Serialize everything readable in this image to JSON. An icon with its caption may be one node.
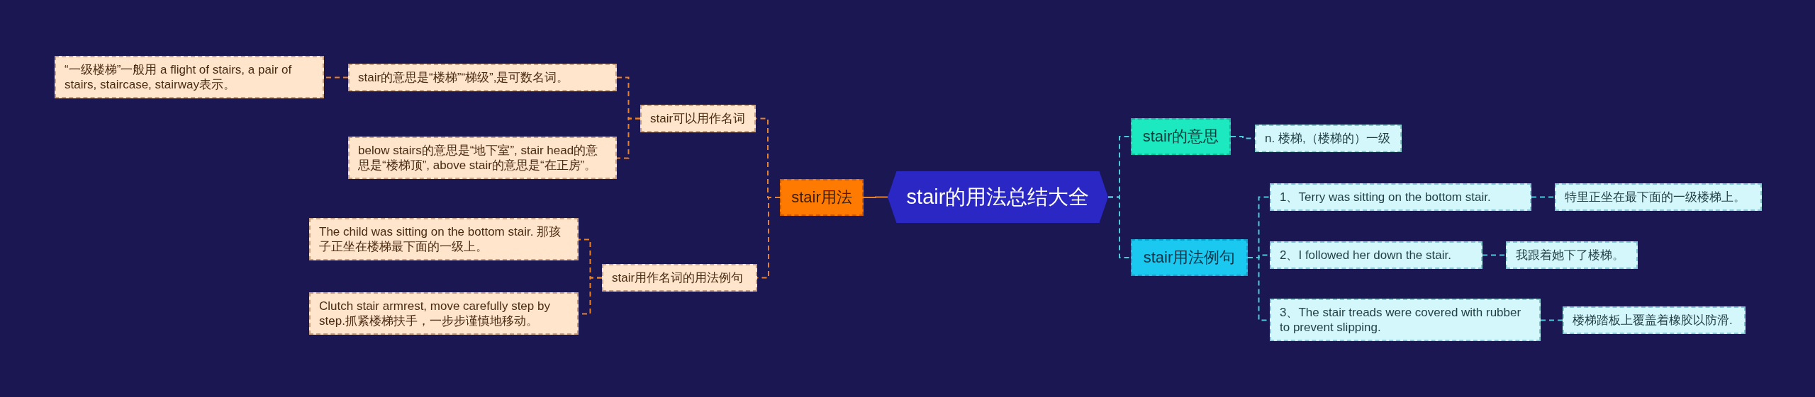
{
  "diagram": {
    "nodes": [
      {
        "text": [
          "stair的用法总结大全"
        ]
      },
      {
        "text": [
          "stair用法"
        ]
      },
      {
        "text": [
          "stair可以用作名词"
        ]
      },
      {
        "text": [
          "stair的意思是“楼梯”“梯级”,是可数名词。"
        ]
      },
      {
        "text": [
          "“一级楼梯”一般用 a flight of stairs, a pair of stairs, staircase, stairway表示。"
        ]
      },
      {
        "text": [
          "below stairs的意思是“地下室”, stair head的意思是“楼梯顶”, above stair的意思是“在正房”。"
        ]
      },
      {
        "text": [
          "stair用作名词的用法例句"
        ]
      },
      {
        "text": [
          "The child was sitting on the bottom stair. 那孩子正坐在楼梯最下面的一级上。"
        ]
      },
      {
        "text": [
          "Clutch stair armrest, move carefully step by step.抓紧楼梯扶手，一步步谨慎地移动。"
        ]
      },
      {
        "text": [
          "stair的意思"
        ]
      },
      {
        "text": [
          "n. 楼梯,（楼梯的）一级"
        ]
      },
      {
        "text": [
          "stair用法例句"
        ]
      },
      {
        "text": [
          "1、Terry was sitting on the bottom stair."
        ]
      },
      {
        "text": [
          "特里正坐在最下面的一级楼梯上。"
        ]
      },
      {
        "text": [
          "2、I followed her down the stair."
        ]
      },
      {
        "text": [
          "我跟着她下了楼梯。"
        ]
      },
      {
        "text": [
          "3、The stair treads were covered with rubber to prevent slipping."
        ]
      },
      {
        "text": [
          "楼梯踏板上覆盖着橡胶以防滑."
        ]
      }
    ],
    "edges": [
      {
        "from": 0,
        "to": 1,
        "arrow": "none",
        "color": "#e8822a"
      },
      {
        "from": 1,
        "to": 2,
        "arrow": "none",
        "style": "dashed",
        "color": "#e8822a"
      },
      {
        "from": 2,
        "to": 3,
        "arrow": "none",
        "style": "dashed",
        "color": "#e8822a"
      },
      {
        "from": 3,
        "to": 4,
        "arrow": "none",
        "style": "dashed",
        "color": "#e8822a"
      },
      {
        "from": 2,
        "to": 5,
        "arrow": "none",
        "style": "dashed",
        "color": "#e8822a"
      },
      {
        "from": 1,
        "to": 6,
        "arrow": "none",
        "style": "dashed",
        "color": "#e8822a"
      },
      {
        "from": 6,
        "to": 7,
        "arrow": "none",
        "style": "dashed",
        "color": "#e8822a"
      },
      {
        "from": 6,
        "to": 8,
        "arrow": "none",
        "style": "dashed",
        "color": "#e8822a"
      },
      {
        "from": 0,
        "to": 9,
        "arrow": "none",
        "style": "dashed"
      },
      {
        "from": 9,
        "to": 10,
        "arrow": "none",
        "style": "dashed"
      },
      {
        "from": 0,
        "to": 11,
        "arrow": "none",
        "style": "dashed"
      },
      {
        "from": 11,
        "to": 12,
        "arrow": "none",
        "style": "dashed"
      },
      {
        "from": 12,
        "to": 13,
        "arrow": "none",
        "style": "dashed"
      },
      {
        "from": 11,
        "to": 14,
        "arrow": "none",
        "style": "dashed"
      },
      {
        "from": 14,
        "to": 15,
        "arrow": "none",
        "style": "dashed"
      },
      {
        "from": 11,
        "to": 16,
        "arrow": "none",
        "style": "dashed"
      },
      {
        "from": 16,
        "to": 17,
        "arrow": "none",
        "style": "dashed"
      }
    ]
  }
}
